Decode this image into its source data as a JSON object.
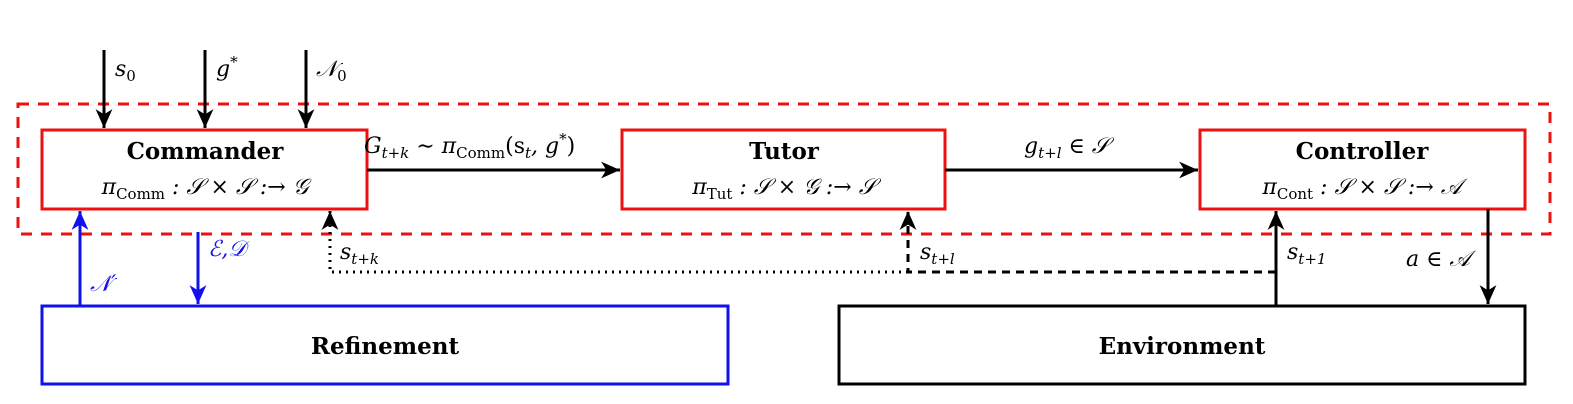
{
  "inputs": {
    "s0": "s",
    "s0_sub": "0",
    "gstar": "g",
    "gstar_sup": "*",
    "n0": "𝒩",
    "n0_sub": "0"
  },
  "commander": {
    "title": "Commander",
    "pi": "π",
    "pi_sub": "Comm",
    "signature": " : 𝒮 × 𝒮 :→ 𝒢"
  },
  "tutor": {
    "title": "Tutor",
    "pi": "π",
    "pi_sub": "Tut",
    "signature": " : 𝒮 × 𝒢 :→ 𝒮"
  },
  "controller": {
    "title": "Controller",
    "pi": "π",
    "pi_sub": "Cont",
    "signature": " : 𝒮 × 𝒮 :→ 𝒜"
  },
  "refinement": {
    "title": "Refinement"
  },
  "environment": {
    "title": "Environment"
  },
  "edges": {
    "G_main": "G",
    "G_sub": "t+k",
    "G_rest_a": " ∼ π",
    "G_rest_sub": "Comm",
    "G_rest_b": "(s",
    "G_rest_sub2": "t",
    "G_rest_c": ", g",
    "G_rest_sup": "*",
    "G_rest_d": ")",
    "g_main": "g",
    "g_sub": "t+l",
    "g_rest": " ∈ 𝒮",
    "stk_main": "s",
    "stk_sub": "t+k",
    "stl_main": "s",
    "stl_sub": "t+l",
    "st1_main": "s",
    "st1_sub": "t+1",
    "a_label": "a ∈ 𝒜",
    "nprime": "𝒩′",
    "ed": "ℰ,𝒟"
  },
  "colors": {
    "red": "#ee1111",
    "blue": "#1111ee",
    "black": "#000000"
  }
}
